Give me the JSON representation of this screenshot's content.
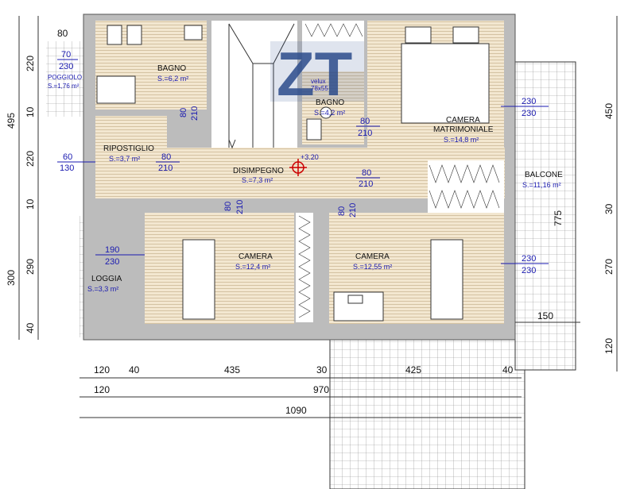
{
  "logo": {
    "text": "ZT"
  },
  "rooms": {
    "bagno": {
      "name": "BAGNO",
      "area": "S.=6,2 m²"
    },
    "poggiolo": {
      "name": "POGGIOLO",
      "area": "S.=1,76 m²"
    },
    "bagno2": {
      "name": "BAGNO",
      "area": "S.=4,2 m²"
    },
    "velux": {
      "name": "velux",
      "size": "78x55"
    },
    "camera_matrimoniale": {
      "name1": "CAMERA",
      "name2": "MATRIMONIALE",
      "area": "S.=14,8 m²"
    },
    "ripostiglio": {
      "name": "RIPOSTIGLIO",
      "area": "S.=3,7 m²"
    },
    "disimpegno": {
      "name": "DISIMPEGNO",
      "area": "S.=7,3 m²"
    },
    "balcone": {
      "name": "BALCONE",
      "area": "S.=11,16 m²"
    },
    "camera_left": {
      "name": "CAMERA",
      "area": "S.=12,4 m²"
    },
    "camera_right": {
      "name": "CAMERA",
      "area": "S.=12,55 m²"
    },
    "loggia": {
      "name": "LOGGIA",
      "area": "S.=3,3 m²"
    }
  },
  "level_marker": "+3.20",
  "openings": {
    "o_70_230": [
      "70",
      "230"
    ],
    "o_80_210_bagno": [
      "80",
      "210"
    ],
    "o_80_210_bagno2": [
      "80",
      "210"
    ],
    "o_230_230_matr": [
      "230",
      "230"
    ],
    "o_60_130": [
      "60",
      "130"
    ],
    "o_80_210_rip": [
      "80",
      "210"
    ],
    "o_80_210_dis": [
      "80",
      "210"
    ],
    "o_80_210_cam_l": [
      "80",
      "210"
    ],
    "o_80_210_cam_r": [
      "80",
      "210"
    ],
    "o_190_230": [
      "190",
      "230"
    ],
    "o_230_230_cam": [
      "230",
      "230"
    ]
  },
  "dims_left": [
    "495",
    "220",
    "10",
    "220",
    "10",
    "300",
    "290",
    "40"
  ],
  "dims_top_left": "80",
  "dims_right": [
    "450",
    "30",
    "270",
    "120"
  ],
  "dims_right_inner": "775",
  "dim_150": "150",
  "dims_bottom_row1": [
    "120",
    "40",
    "435",
    "30",
    "425",
    "40"
  ],
  "dims_bottom_row2": [
    "120",
    "970"
  ],
  "dims_bottom_row3": [
    "1090"
  ]
}
